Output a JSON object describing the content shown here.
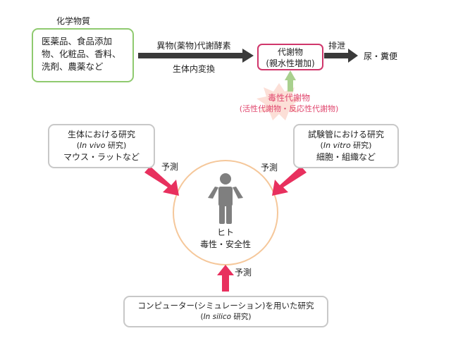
{
  "chemicals": {
    "title": "化学物質",
    "line1": "医薬品、食品添加",
    "line2": "物、化粧品、香料、",
    "line3": "洗剤、農薬など"
  },
  "metabolism": {
    "label_top": "異物(薬物)代謝酵素",
    "label_bottom": "生体内変換"
  },
  "metabolite": {
    "line1": "代謝物",
    "line2": "(親水性増加)"
  },
  "excretion": {
    "label": "排泄",
    "target": "尿・糞便"
  },
  "toxic": {
    "line1": "毒性代謝物",
    "line2": "(活性代謝物・反応性代謝物)"
  },
  "in_vivo": {
    "line1": "生体における研究",
    "line2_open": "(",
    "line2_italic": "In vivo",
    "line2_rest": " 研究)",
    "line3": "マウス・ラットなど"
  },
  "in_vitro": {
    "line1": "試験管における研究",
    "line2_open": "(",
    "line2_italic": "In vitro",
    "line2_rest": " 研究)",
    "line3": "細胞・組織など"
  },
  "in_silico": {
    "line1": "コンピューター(シミュレーション)を用いた研究",
    "line2_open": "(",
    "line2_italic": "In silico",
    "line2_rest": " 研究)"
  },
  "predict_labels": {
    "left": "予測",
    "right": "予測",
    "bottom": "予測"
  },
  "human": {
    "line1": "ヒト",
    "line2": "毒性・安全性"
  },
  "colors": {
    "green_border": "#8fca6f",
    "metabolite_border": "#d0366b",
    "gray_border": "#bfbfbf",
    "orange_circle": "#f5c79a",
    "arrow_dark": "#3a3a3a",
    "arrow_pink": "#e8305e",
    "arrow_green": "#a9d08e",
    "toxic_text": "#e0476e",
    "burst": "#fbd9d0",
    "person": "#7f7f7f"
  }
}
